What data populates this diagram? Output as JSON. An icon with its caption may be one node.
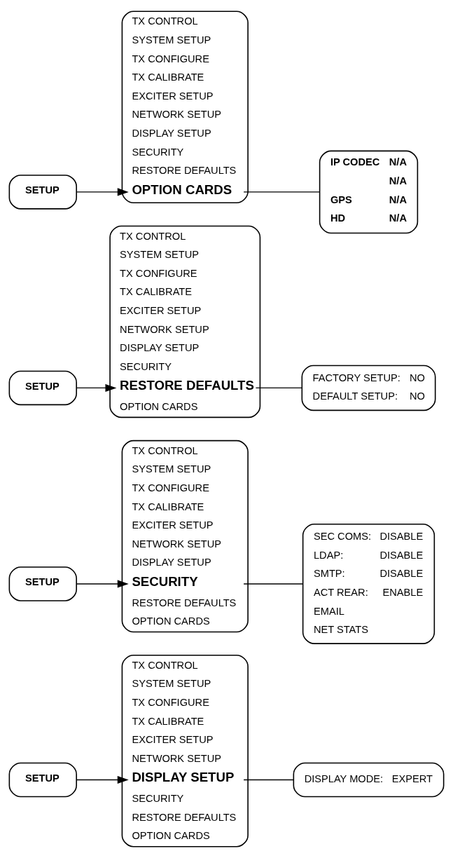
{
  "diagram": {
    "nodes": [
      {
        "text": [
          "SETUP"
        ]
      },
      {
        "text": [
          "TX CONTROL",
          "SYSTEM SETUP",
          "TX CONFIGURE",
          "TX CALIBRATE",
          "EXCITER SETUP",
          "NETWORK SETUP",
          "DISPLAY SETUP",
          "SECURITY",
          "RESTORE DEFAULTS",
          "OPTION CARDS"
        ]
      },
      {
        "text": [
          "DISPLAY MODE:",
          "EXPERT"
        ]
      },
      {
        "text": [
          "SETUP"
        ]
      },
      {
        "text": [
          "TX CONTROL",
          "SYSTEM SETUP",
          "TX CONFIGURE",
          "TX CALIBRATE",
          "EXCITER SETUP",
          "NETWORK SETUP",
          "DISPLAY SETUP",
          "SECURITY",
          "RESTORE DEFAULTS",
          "OPTION CARDS"
        ]
      },
      {
        "text": [
          "SEC COMS:",
          "DISABLE",
          "LDAP:",
          "DISABLE",
          "SMTP:",
          "DISABLE",
          "ACT REAR:",
          "ENABLE",
          "EMAIL",
          "NET STATS"
        ]
      },
      {
        "text": [
          "SETUP"
        ]
      },
      {
        "text": [
          "TX CONTROL",
          "SYSTEM SETUP",
          "TX CONFIGURE",
          "TX CALIBRATE",
          "EXCITER SETUP",
          "NETWORK SETUP",
          "DISPLAY SETUP",
          "SECURITY",
          "RESTORE DEFAULTS",
          "OPTION CARDS"
        ]
      },
      {
        "text": [
          "FACTORY SETUP:",
          "NO",
          "DEFAULT SETUP:",
          "NO"
        ]
      },
      {
        "text": [
          "SETUP"
        ]
      },
      {
        "text": [
          "TX CONTROL",
          "SYSTEM SETUP",
          "TX CONFIGURE",
          "TX CALIBRATE",
          "EXCITER SETUP",
          "NETWORK SETUP",
          "DISPLAY SETUP",
          "SECURITY",
          "RESTORE DEFAULTS",
          "OPTION CARDS"
        ]
      },
      {
        "text": [
          "IP CODEC",
          "N/A",
          "N/A",
          "GPS",
          "N/A",
          "HD",
          "N/A"
        ]
      }
    ],
    "edges": [
      {
        "from": 0,
        "to": 1,
        "arrow": "to"
      },
      {
        "from": 1,
        "to": 2,
        "arrow": "none"
      },
      {
        "from": 3,
        "to": 4,
        "arrow": "to"
      },
      {
        "from": 4,
        "to": 5,
        "arrow": "none"
      },
      {
        "from": 6,
        "to": 7,
        "arrow": "to"
      },
      {
        "from": 7,
        "to": 8,
        "arrow": "none"
      },
      {
        "from": 9,
        "to": 10,
        "arrow": "to"
      },
      {
        "from": 10,
        "to": 11,
        "arrow": "none"
      }
    ]
  }
}
